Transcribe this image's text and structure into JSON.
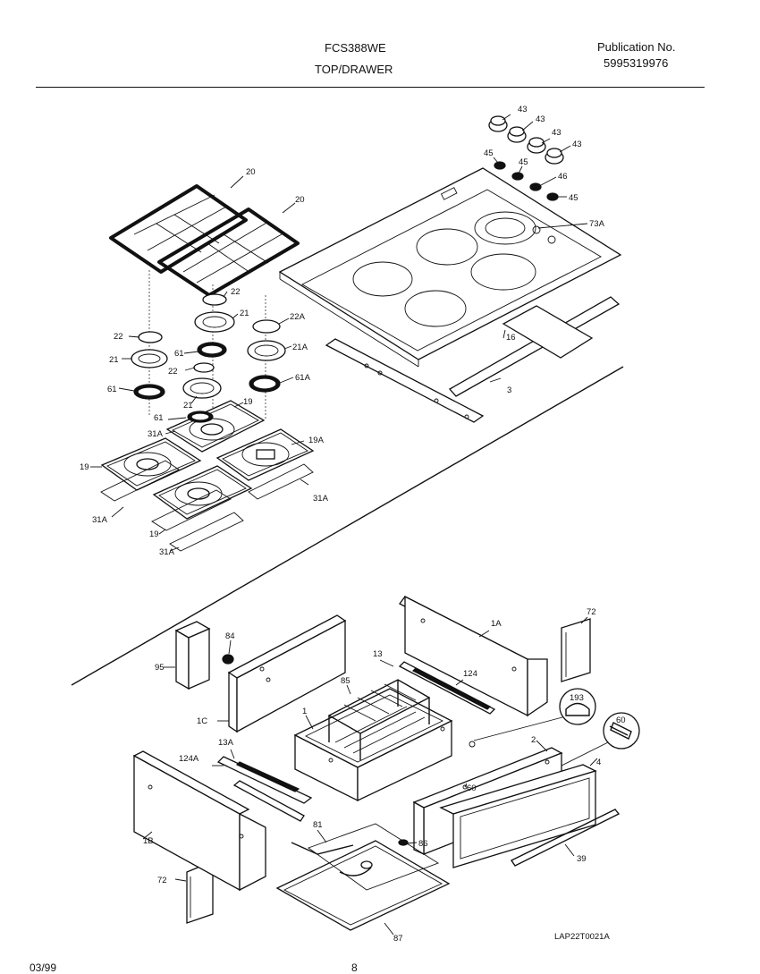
{
  "header": {
    "model": "FCS388WE",
    "section": "TOP/DRAWER",
    "publication_label": "Publication No.",
    "publication_number": "5995319976"
  },
  "footer": {
    "date": "03/99",
    "page": "8",
    "diagram_code": "LAP22T0021A"
  },
  "parts": {
    "p20a": "20",
    "p20b": "20",
    "p22a": "22",
    "p22b": "22",
    "p22c": "22",
    "p22A": "22A",
    "p21a": "21",
    "p21b": "21",
    "p21c": "21",
    "p21A": "21A",
    "p61a": "61",
    "p61b": "61",
    "p61c": "61",
    "p61A": "61A",
    "p19a": "19",
    "p19b": "19",
    "p19c": "19",
    "p19A": "19A",
    "p31Aa": "31A",
    "p31Ab": "31A",
    "p31Ac": "31A",
    "p31Ad": "31A",
    "p43a": "43",
    "p43b": "43",
    "p43c": "43",
    "p43d": "43",
    "p45a": "45",
    "p45b": "45",
    "p45c": "45",
    "p46": "46",
    "p73A": "73A",
    "p16": "16",
    "p3": "3",
    "p1A": "1A",
    "p72a": "72",
    "p72b": "72",
    "p84": "84",
    "p95": "95",
    "p13": "13",
    "p124": "124",
    "p85": "85",
    "p193": "193",
    "p60a": "60",
    "p60b": "60",
    "p1C": "1C",
    "p1": "1",
    "p2": "2",
    "p4": "4",
    "p13A": "13A",
    "p124A": "124A",
    "p1B": "1B",
    "p81": "81",
    "p86": "86",
    "p39": "39",
    "p87": "87"
  },
  "colors": {
    "ink": "#111111",
    "paper": "#ffffff"
  }
}
